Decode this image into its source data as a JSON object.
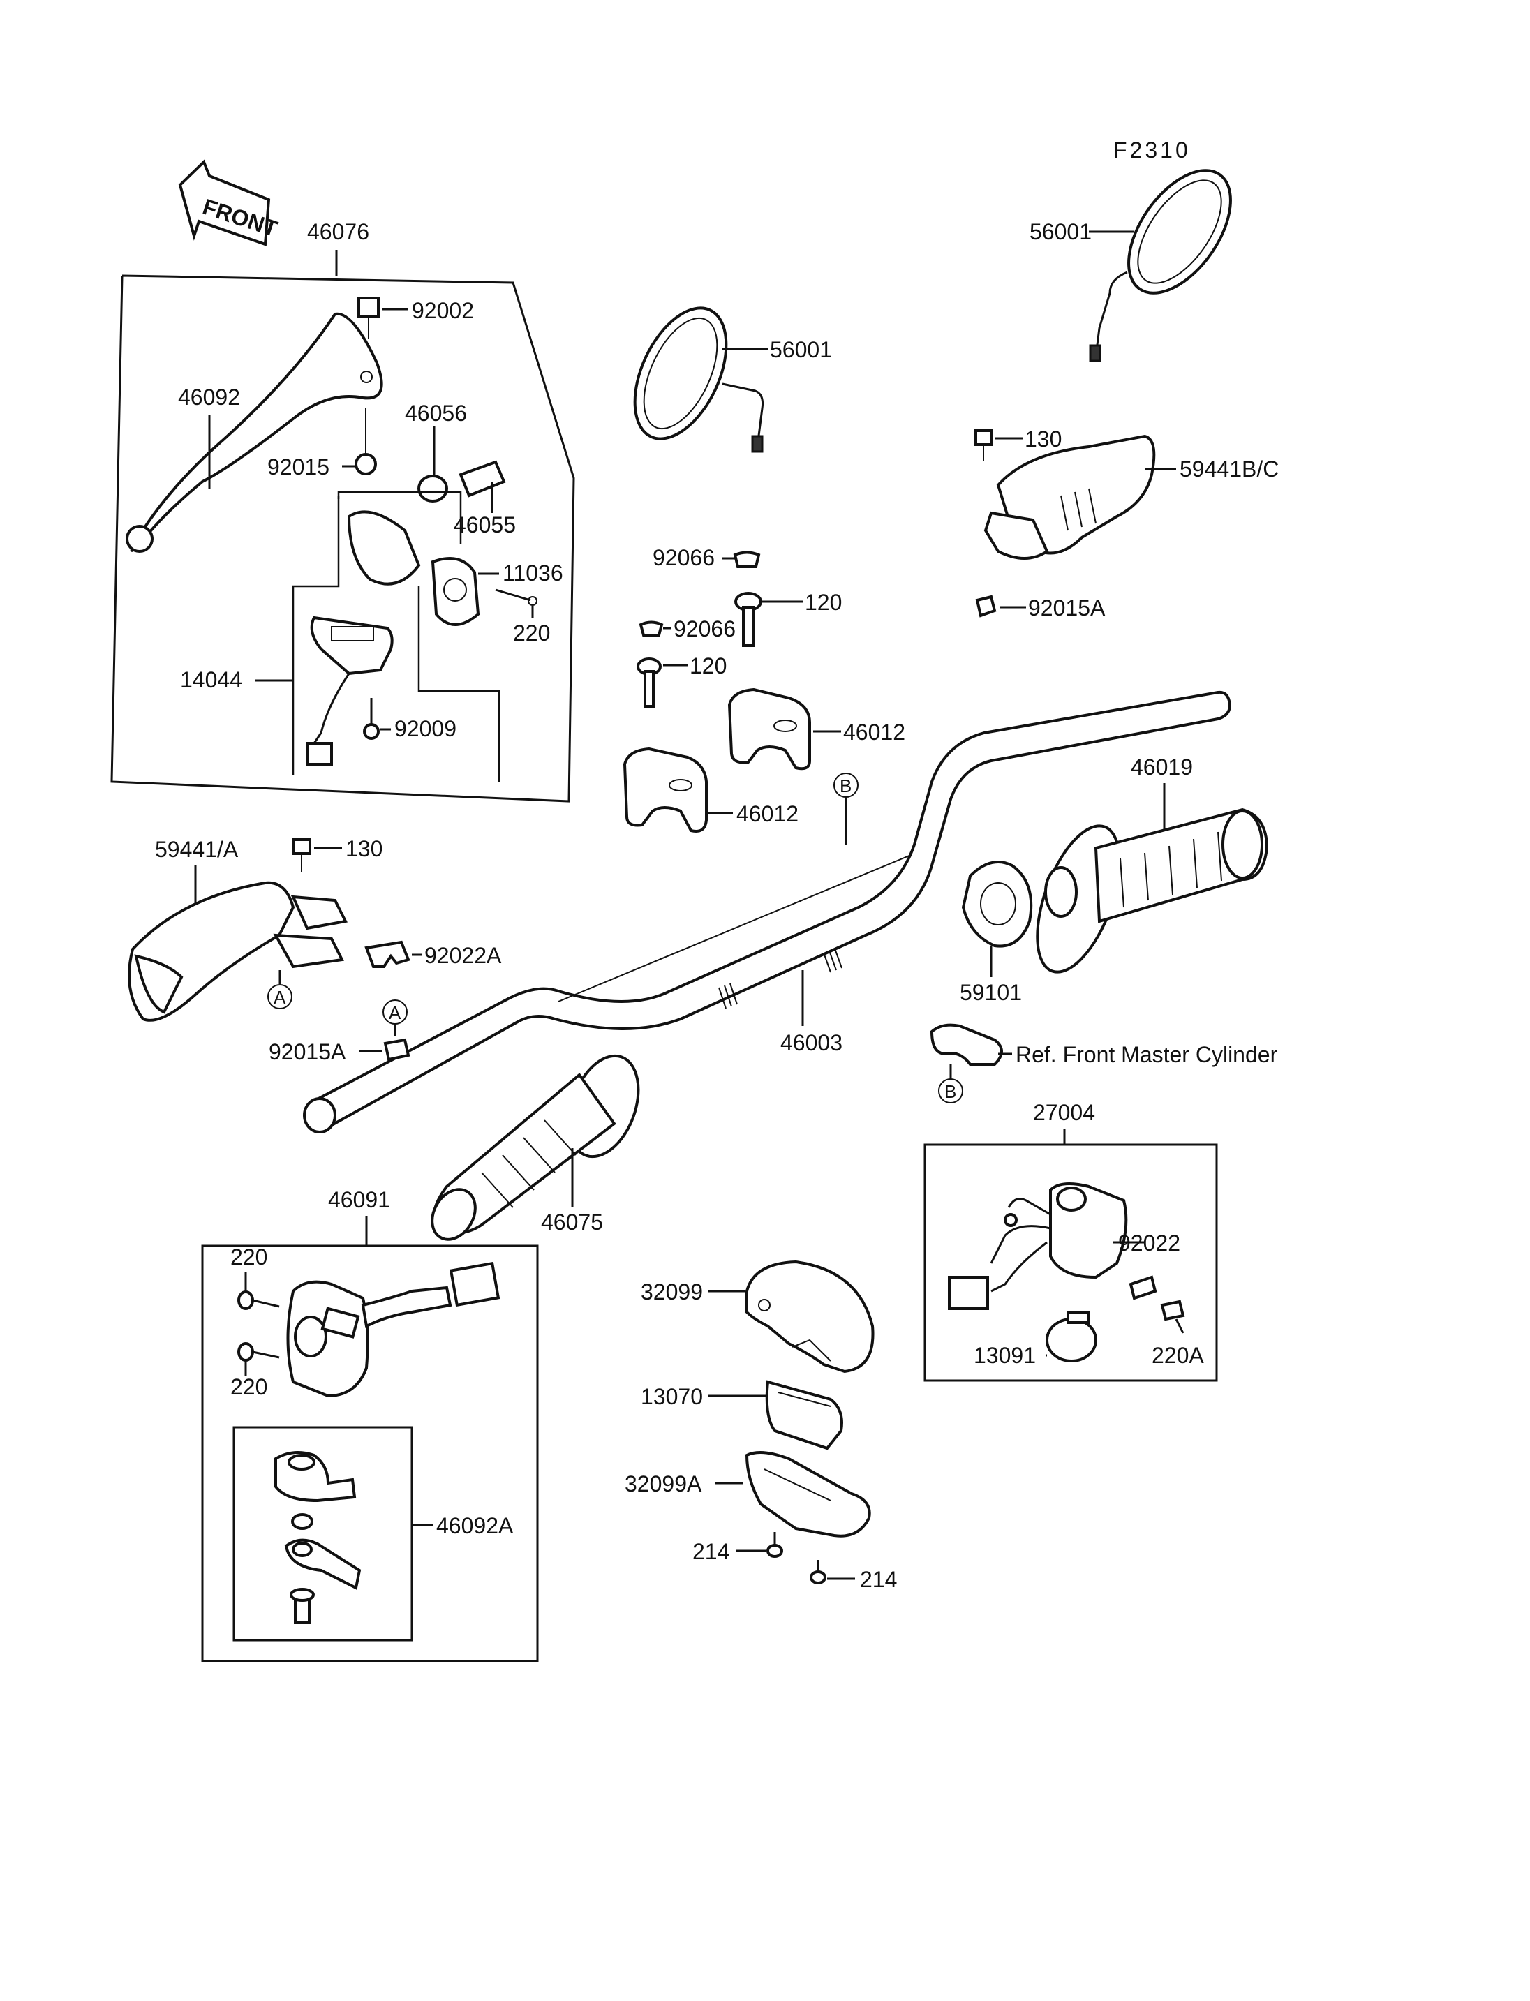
{
  "figure_code": "F2310",
  "front_arrow": "FRONT",
  "parts": {
    "p46076": "46076",
    "p92002": "92002",
    "p46092": "46092",
    "p46056": "46056",
    "p92015": "92015",
    "p46055": "46055",
    "p11036": "11036",
    "p220_top": "220",
    "p14044": "14044",
    "p92009": "92009",
    "p56001_left": "56001",
    "p56001_right": "56001",
    "p130_right": "130",
    "p59441BC": "59441B/C",
    "p92015A_right": "92015A",
    "p92066_a": "92066",
    "p120_a": "120",
    "p92066_b": "92066",
    "p120_b": "120",
    "p46012_a": "46012",
    "p46012_b": "46012",
    "p46019": "46019",
    "p59441A": "59441/A",
    "p130_left": "130",
    "p92022A": "92022A",
    "p92015A_left": "92015A",
    "p59101": "59101",
    "p46003": "46003",
    "p27004": "27004",
    "p92022": "92022",
    "p13091": "13091",
    "p220A": "220A",
    "p46075": "46075",
    "p46091": "46091",
    "p220_sw1": "220",
    "p220_sw2": "220",
    "p46092A": "46092A",
    "p32099": "32099",
    "p13070": "13070",
    "p32099A": "32099A",
    "p214_a": "214",
    "p214_b": "214"
  },
  "reference_note": "Ref. Front Master Cylinder",
  "callouts": {
    "A1": "A",
    "A2": "A",
    "B1": "B",
    "B2": "B"
  }
}
